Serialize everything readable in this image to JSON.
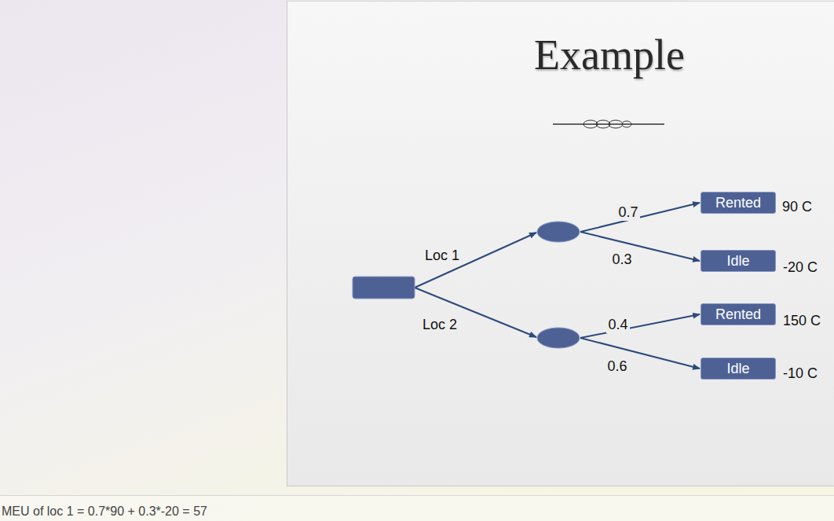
{
  "diagram": {
    "title": "Example",
    "nodes": [
      {
        "text": [
          "Rented"
        ]
      },
      {
        "text": [
          "Idle"
        ]
      },
      {
        "text": [
          "Rented"
        ]
      },
      {
        "text": [
          "Idle"
        ]
      }
    ],
    "labels": [
      "0.7",
      "Loc 1",
      "0.3",
      "Loc 2",
      "0.4",
      "0.6",
      "90 C",
      "-20 C",
      "150 C",
      "-10 C",
      "MEU of loc 1 = 0.7*90 + 0.3*-20 = 57"
    ]
  }
}
